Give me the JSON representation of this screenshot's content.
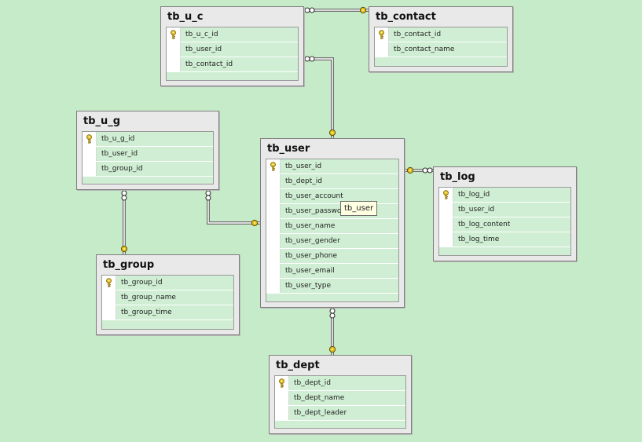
{
  "tables": {
    "tb_u_c": {
      "name": "tb_u_c",
      "columns": [
        "tb_u_c_id",
        "tb_user_id",
        "tb_contact_id"
      ],
      "pk": [
        0
      ]
    },
    "tb_contact": {
      "name": "tb_contact",
      "columns": [
        "tb_contact_id",
        "tb_contact_name"
      ],
      "pk": [
        0
      ]
    },
    "tb_u_g": {
      "name": "tb_u_g",
      "columns": [
        "tb_u_g_id",
        "tb_user_id",
        "tb_group_id"
      ],
      "pk": [
        0
      ]
    },
    "tb_user": {
      "name": "tb_user",
      "columns": [
        "tb_user_id",
        "tb_dept_id",
        "tb_user_account",
        "tb_user_password",
        "tb_user_name",
        "tb_user_gender",
        "tb_user_phone",
        "tb_user_email",
        "tb_user_type"
      ],
      "pk": [
        0
      ]
    },
    "tb_log": {
      "name": "tb_log",
      "columns": [
        "tb_log_id",
        "tb_user_id",
        "tb_log_content",
        "tb_log_time"
      ],
      "pk": [
        0
      ]
    },
    "tb_group": {
      "name": "tb_group",
      "columns": [
        "tb_group_id",
        "tb_group_name",
        "tb_group_time"
      ],
      "pk": [
        0
      ]
    },
    "tb_dept": {
      "name": "tb_dept",
      "columns": [
        "tb_dept_id",
        "tb_dept_name",
        "tb_dept_leader"
      ],
      "pk": [
        0
      ]
    }
  },
  "relationships": [
    {
      "from": "tb_u_c",
      "to": "tb_contact",
      "many_end": "tb_u_c",
      "one_end": "tb_contact"
    },
    {
      "from": "tb_u_c",
      "to": "tb_user",
      "many_end": "tb_u_c",
      "one_end": "tb_user"
    },
    {
      "from": "tb_u_g",
      "to": "tb_user",
      "many_end": "tb_u_g",
      "one_end": "tb_user"
    },
    {
      "from": "tb_u_g",
      "to": "tb_group",
      "many_end": "tb_u_g",
      "one_end": "tb_group"
    },
    {
      "from": "tb_log",
      "to": "tb_user",
      "many_end": "tb_log",
      "one_end": "tb_user"
    },
    {
      "from": "tb_user",
      "to": "tb_dept",
      "many_end": "tb_user",
      "one_end": "tb_dept"
    }
  ],
  "tooltip": {
    "text": "tb_user"
  },
  "colors": {
    "background": "#c6ebc9",
    "table_frame": "#e9e9e9",
    "column_area": "#cfeed3",
    "key_icon": "#e6c21a",
    "link": "#6e6e6e"
  }
}
